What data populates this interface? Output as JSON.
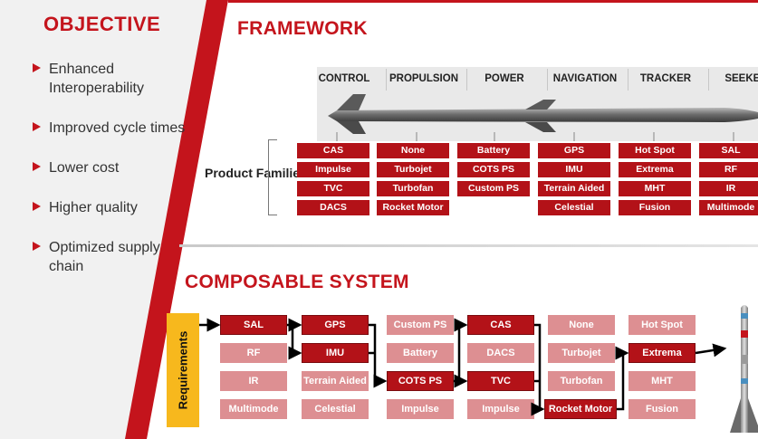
{
  "objective": {
    "title": "OBJECTIVE",
    "items": [
      "Enhanced Interoperability",
      "Improved cycle times",
      "Lower cost",
      "Higher quality",
      "Optimized supply chain"
    ]
  },
  "framework": {
    "title": "FRAMEWORK",
    "product_families_label": "Product Families",
    "columns": [
      {
        "header": "CONTROL",
        "items": [
          "CAS",
          "Impulse",
          "TVC",
          "DACS"
        ]
      },
      {
        "header": "PROPULSION",
        "items": [
          "None",
          "Turbojet",
          "Turbofan",
          "Rocket Motor"
        ]
      },
      {
        "header": "POWER",
        "items": [
          "Battery",
          "COTS PS",
          "Custom PS"
        ]
      },
      {
        "header": "NAVIGATION",
        "items": [
          "GPS",
          "IMU",
          "Terrain Aided",
          "Celestial"
        ]
      },
      {
        "header": "TRACKER",
        "items": [
          "Hot Spot",
          "Extrema",
          "MHT",
          "Fusion"
        ]
      },
      {
        "header": "SEEKER",
        "items": [
          "SAL",
          "RF",
          "IR",
          "Multimode"
        ]
      }
    ]
  },
  "composable": {
    "title": "COMPOSABLE SYSTEM",
    "requirements_label": "Requirements",
    "columns": [
      {
        "items": [
          "SAL",
          "RF",
          "IR",
          "Multimode"
        ],
        "selected": [
          0
        ]
      },
      {
        "items": [
          "GPS",
          "IMU",
          "Terrain Aided",
          "Celestial"
        ],
        "selected": [
          0,
          1
        ]
      },
      {
        "items": [
          "Custom PS",
          "Battery",
          "COTS PS",
          "Impulse"
        ],
        "selected": [
          2
        ]
      },
      {
        "items": [
          "CAS",
          "DACS",
          "TVC",
          "Impulse"
        ],
        "selected": [
          0,
          2
        ]
      },
      {
        "items": [
          "None",
          "Turbojet",
          "Turbofan",
          "Rocket Motor"
        ],
        "selected": [
          3
        ]
      },
      {
        "items": [
          "Hot Spot",
          "Extrema",
          "MHT",
          "Fusion"
        ],
        "selected": [
          1
        ]
      }
    ]
  },
  "colors": {
    "accent": "#c4141c",
    "box_selected": "#b31218",
    "box_unselected": "#dd8f92",
    "requirements": "#f7b81d"
  }
}
